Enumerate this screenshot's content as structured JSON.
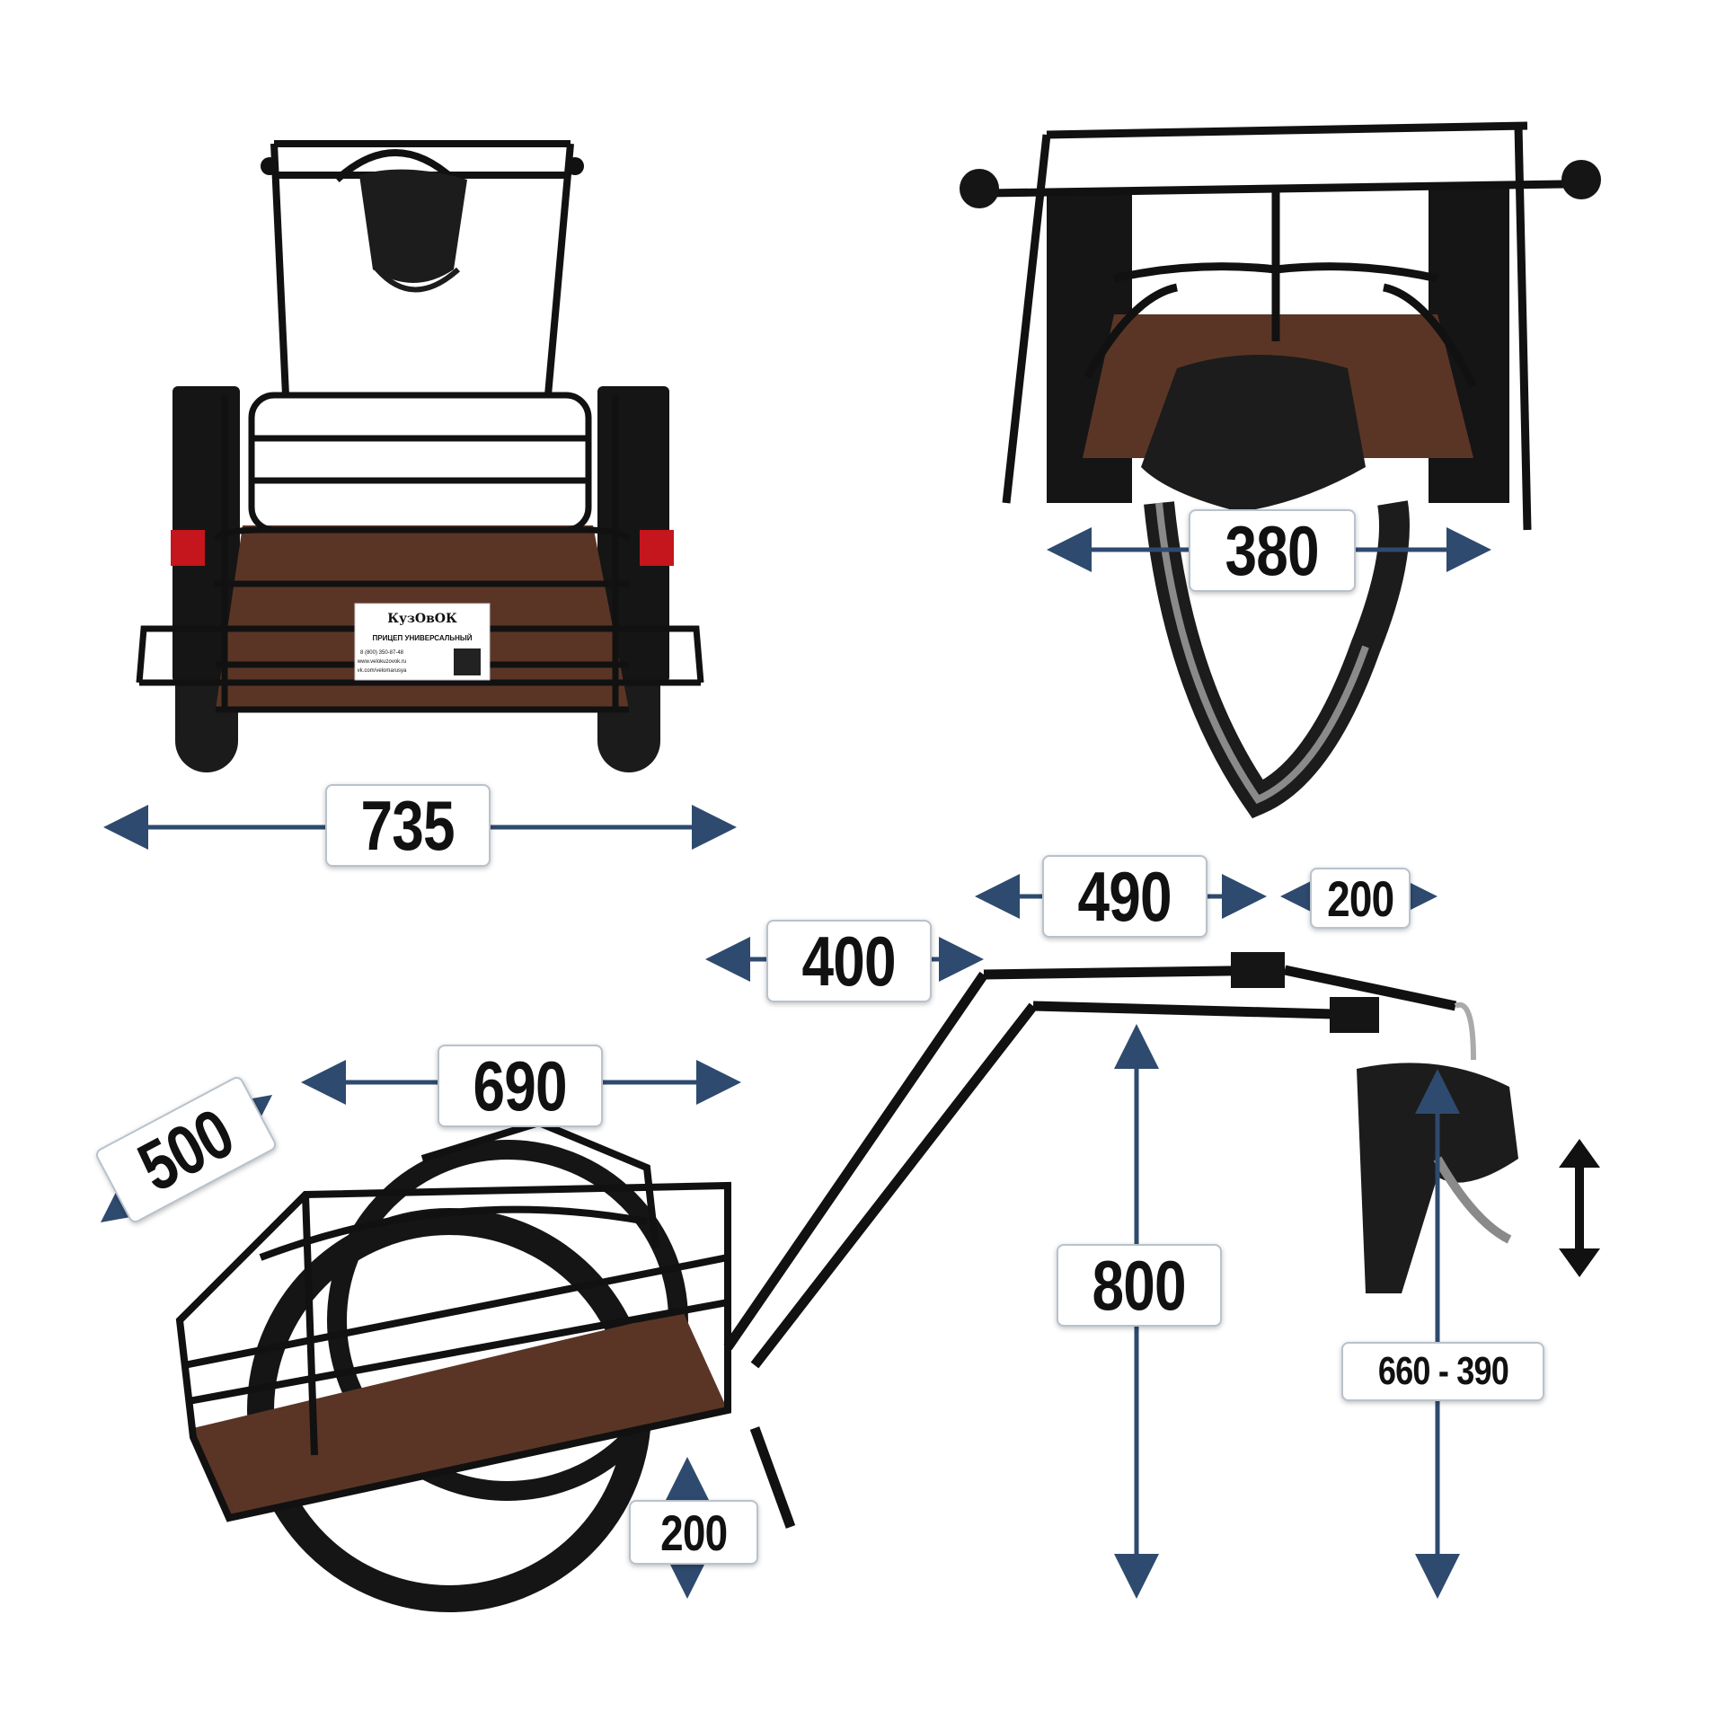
{
  "colors": {
    "arrow": "#2e4a6e",
    "frame": "#111111",
    "deck": "#5a3526",
    "reflector": "#c4161c",
    "harness": "#1c1c1c",
    "harness_reflective": "#8a8a8a"
  },
  "dimensions": {
    "width_front": "735",
    "harness_width": "380",
    "drawbar_490": "490",
    "drawbar_200_top": "200",
    "drawbar_400": "400",
    "body_length": "690",
    "body_width": "500",
    "hitch_height": "800",
    "harness_height_range": "660 - 390",
    "ground_clearance": "200"
  },
  "label": {
    "brand": "КузОвОК",
    "product": "ПРИЦЕП УНИВЕРСАЛЬНЫЙ",
    "phone": "8 (800) 350-87-48",
    "site": "www.velokuzovok.ru",
    "vk": "vk.com/velomarusya"
  },
  "icons": {
    "adjust": "vertical-double-arrow-icon"
  }
}
